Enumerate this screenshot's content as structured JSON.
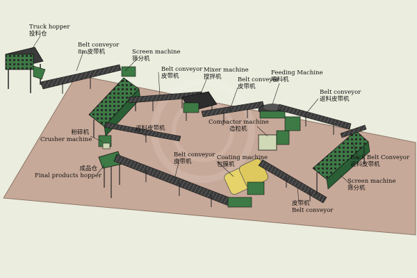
{
  "labels": {
    "truck_hopper": {
      "en": "Truck hopper",
      "zh": "投料仓"
    },
    "belt_conveyor_8m": {
      "en": "Belt conveyor",
      "zh": "8m皮带机"
    },
    "screen_machine_1": {
      "en": "Screen machine",
      "zh": "筛分机"
    },
    "belt_conveyor_2": {
      "en": "Belt conveyor",
      "zh": "皮带机"
    },
    "mixer_machine": {
      "en": "Mixer machine",
      "zh": "搅拌机"
    },
    "belt_conveyor_3": {
      "en": "Belt conveyor",
      "zh": "皮带机"
    },
    "feeding_machine": {
      "en": "Feeding Machine",
      "zh": "喂料机"
    },
    "belt_conveyor_return": {
      "en": "Belt conveyor",
      "zh": "返料皮带机"
    },
    "return_belt": {
      "zh": "返料皮带机"
    },
    "compactor_machine": {
      "en": "Compactor machine",
      "zh": "造粒机"
    },
    "crusher_machine": {
      "en": "Crusher machine",
      "zh": "粉碎机"
    },
    "belt_conveyor_4": {
      "en": "Belt conveyor",
      "zh": "皮带机"
    },
    "coating_machine": {
      "en": "Coating machine",
      "zh": "包膜机"
    },
    "back_belt_conveyor": {
      "en": "Back Belt Conveyor",
      "zh": "返料皮带机"
    },
    "final_products_hopper": {
      "en": "Final products hopper",
      "zh": "成品仓"
    },
    "screen_machine_2": {
      "en": "Screen machine",
      "zh": "筛分机"
    },
    "belt_conveyor_5": {
      "en": "Belt conveyor",
      "zh": "皮带机"
    }
  },
  "colors": {
    "background": "#ebedde",
    "floor": "#c7a999",
    "machine_green": "#3d7a45",
    "machine_dark": "#2d2d2d",
    "coating_yellow": "#e6d36a"
  }
}
